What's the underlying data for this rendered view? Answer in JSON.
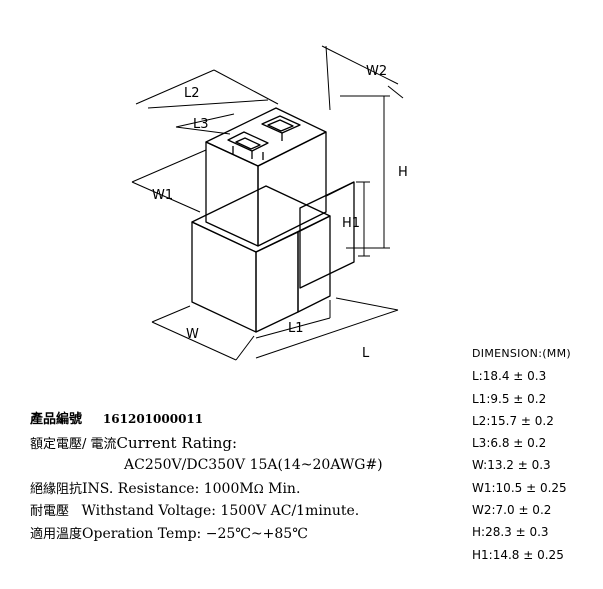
{
  "drawing": {
    "labels": {
      "W2": "W2",
      "L2": "L2",
      "L3": "L3",
      "W1": "W1",
      "H": "H",
      "H1": "H1",
      "W": "W",
      "L1": "L1",
      "L": "L"
    }
  },
  "specs": {
    "part_no": {
      "label": "產品編號",
      "value": "161201000011"
    },
    "current": {
      "label": "額定電壓/ 電流",
      "text": "Current  Rating:",
      "value": "AC250V/DC350V  15A(14~20AWG#)"
    },
    "insulation": {
      "label": "絕緣阻抗",
      "text": "INS. Resistance: 1000M",
      "ohm": "Ω",
      "suffix": " Min."
    },
    "withstand": {
      "label": "耐電壓",
      "text": "Withstand  Voltage:  1500V  AC/1minute."
    },
    "temp": {
      "label": "適用溫度",
      "text": "Operation  Temp: −25℃~+85℃"
    }
  },
  "dimensions": {
    "title": "DIMENSION:(MM)",
    "rows": [
      "L:18.4 ± 0.3",
      "L1:9.5 ± 0.2",
      "L2:15.7 ± 0.2",
      "L3:6.8 ± 0.2",
      "W:13.2 ± 0.3",
      "W1:10.5 ± 0.25",
      "W2:7.0 ± 0.2",
      "H:28.3 ± 0.3",
      "H1:14.8 ± 0.25"
    ]
  }
}
